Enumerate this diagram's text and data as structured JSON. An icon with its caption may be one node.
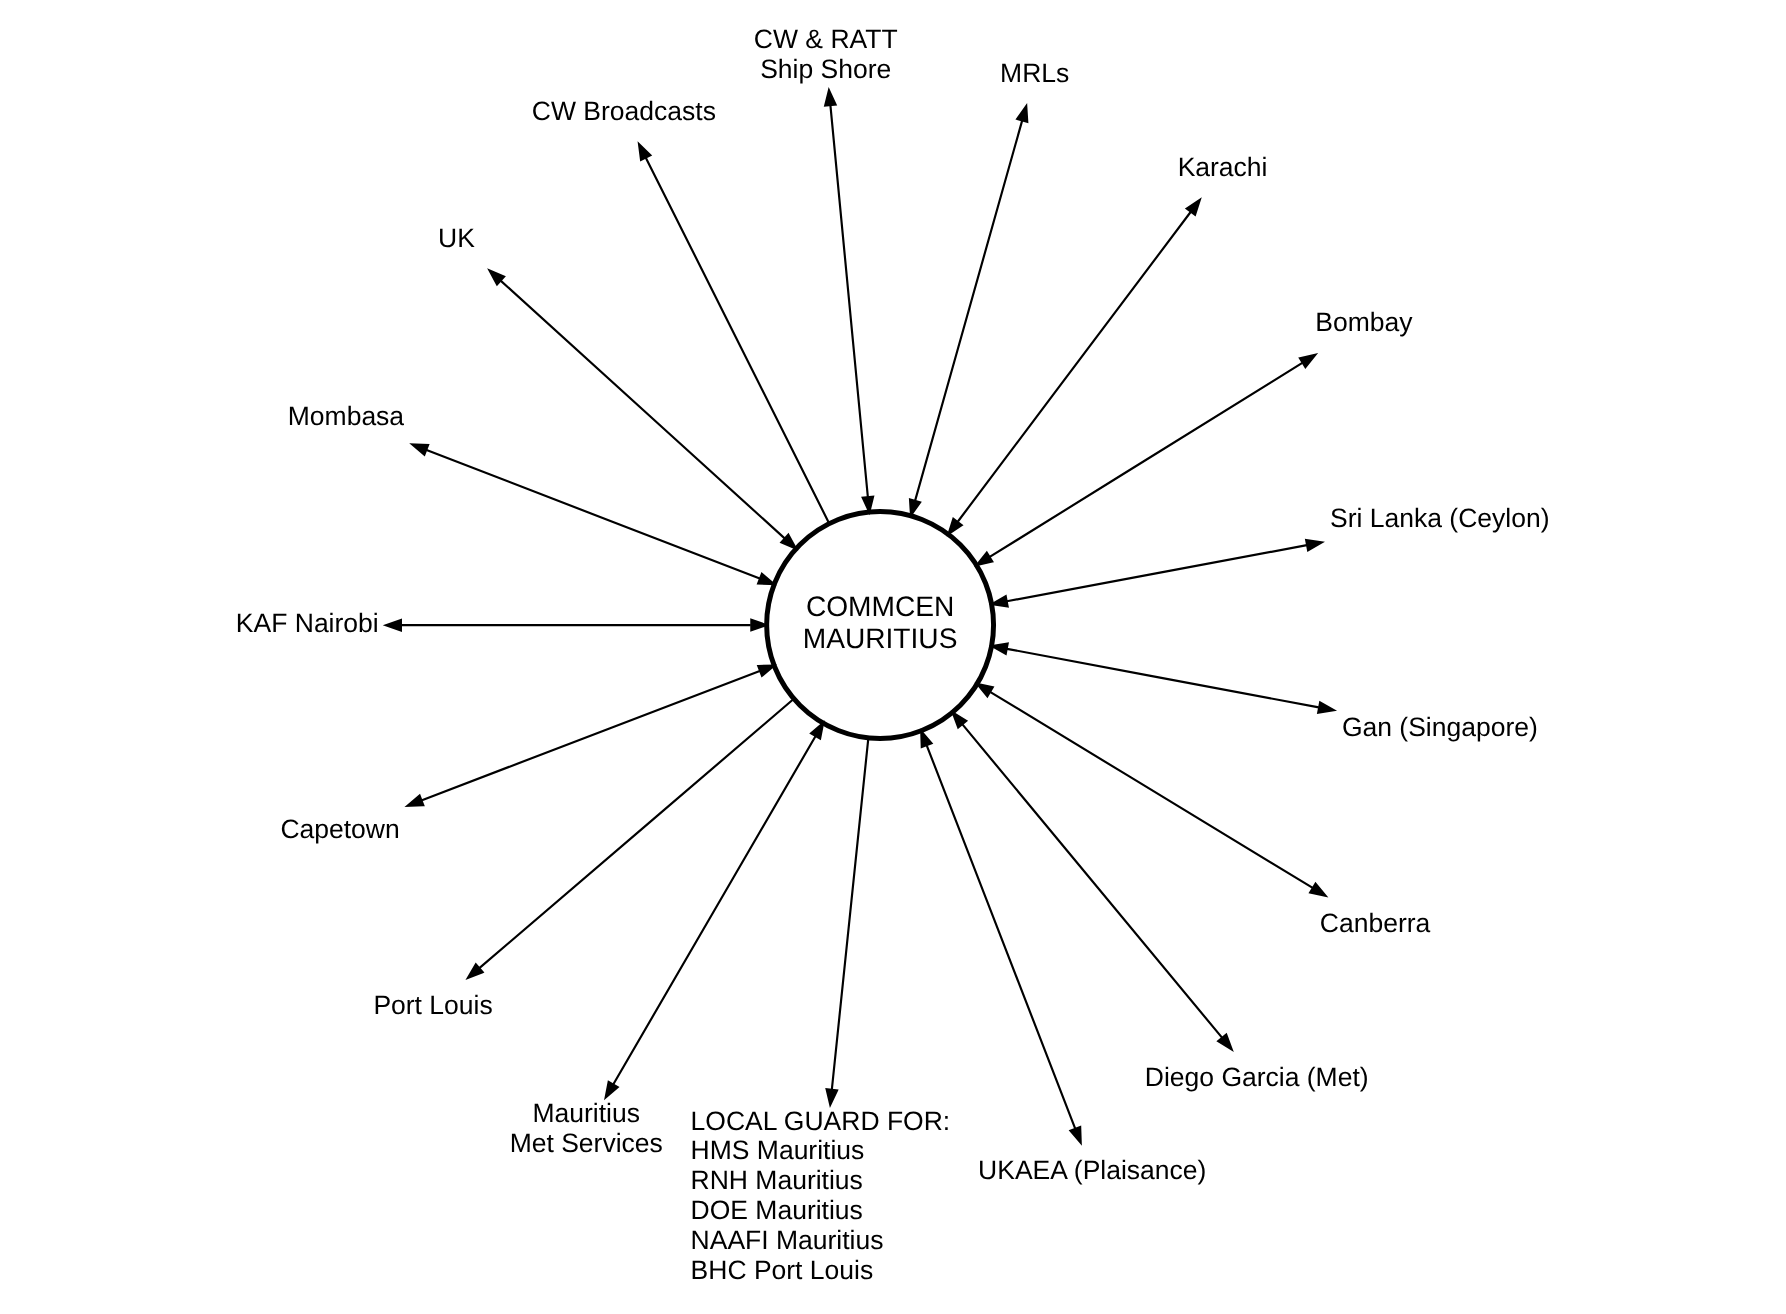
{
  "diagram": {
    "nodes": [
      {
        "text": [
          "COMMCEN MAURITIUS"
        ]
      },
      {
        "text": [
          "Sri Lanka (Ceylon)"
        ]
      },
      {
        "text": [
          "Bombay"
        ]
      },
      {
        "text": [
          "Karachi"
        ]
      },
      {
        "text": [
          "MRLs"
        ]
      },
      {
        "text": [
          "CW & RATT Ship Shore"
        ]
      },
      {
        "text": [
          "CW Broadcasts"
        ]
      },
      {
        "text": [
          "UK"
        ]
      },
      {
        "text": [
          "Mombasa"
        ]
      },
      {
        "text": [
          "KAF Nairobi"
        ]
      },
      {
        "text": [
          "Capetown"
        ]
      },
      {
        "text": [
          "Port Louis"
        ]
      },
      {
        "text": [
          "Mauritius Met Services"
        ]
      },
      {
        "text": [
          "LOCAL GUARD FOR:",
          "HMS Mauritius",
          "RNH Mauritius",
          "DOE Mauritius",
          "NAAFI Mauritius",
          "BHC Port Louis"
        ]
      },
      {
        "text": [
          "UKAEA (Plaisance)"
        ]
      },
      {
        "text": [
          "Diego Garcia (Met)"
        ]
      },
      {
        "text": [
          "Canberra"
        ]
      },
      {
        "text": [
          "Gan (Singapore)"
        ]
      }
    ],
    "edges": [
      {
        "from": 0,
        "to": 1,
        "arrow": "both"
      },
      {
        "from": 0,
        "to": 2,
        "arrow": "both"
      },
      {
        "from": 0,
        "to": 3,
        "arrow": "both"
      },
      {
        "from": 0,
        "to": 4,
        "arrow": "both"
      },
      {
        "from": 0,
        "to": 5,
        "arrow": "both"
      },
      {
        "from": 0,
        "to": 6,
        "arrow": "to"
      },
      {
        "from": 0,
        "to": 7,
        "arrow": "both"
      },
      {
        "from": 0,
        "to": 8,
        "arrow": "both"
      },
      {
        "from": 0,
        "to": 9,
        "arrow": "both"
      },
      {
        "from": 0,
        "to": 10,
        "arrow": "both"
      },
      {
        "from": 0,
        "to": 11,
        "arrow": "to"
      },
      {
        "from": 0,
        "to": 12,
        "arrow": "both"
      },
      {
        "from": 0,
        "to": 13,
        "arrow": "to"
      },
      {
        "from": 0,
        "to": 14,
        "arrow": "both"
      },
      {
        "from": 0,
        "to": 15,
        "arrow": "both"
      },
      {
        "from": 0,
        "to": 16,
        "arrow": "both"
      },
      {
        "from": 0,
        "to": 17,
        "arrow": "both"
      }
    ]
  }
}
